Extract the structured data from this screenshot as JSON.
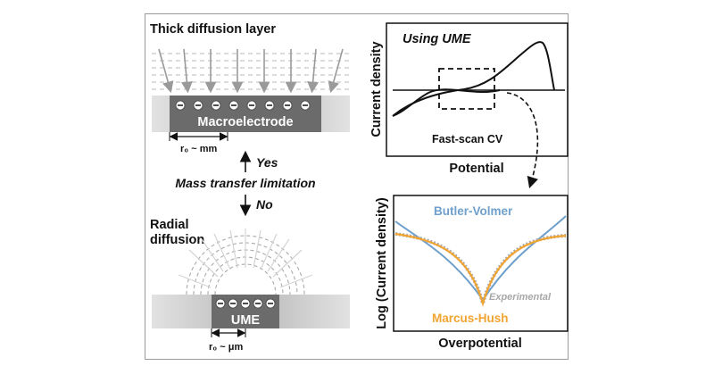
{
  "left_panel": {
    "thick_title": "Thick diffusion layer",
    "macro_label": "Macroelectrode",
    "r0_mm_label": "r₀ ~ mm",
    "yes_label": "Yes",
    "mass_transfer_label": "Mass transfer limitation",
    "no_label": "No",
    "radial_line1": "Radial",
    "radial_line2": "diffusion",
    "ume_label": "UME",
    "r0_um_label": "r₀ ~ μm"
  },
  "top_chart": {
    "inset_title": "Using UME",
    "ylabel": "Current density",
    "xlabel": "Potential",
    "annotation": "Fast-scan CV"
  },
  "bottom_chart": {
    "ylabel": "Log (Current density)",
    "xlabel": "Overpotential",
    "bv_label": "Butler-Volmer",
    "exp_label": "Experimental",
    "mh_label": "Marcus-Hush"
  },
  "colors": {
    "butler_volmer": "#6fa0cc",
    "marcus_hush": "#f2a431",
    "experimental": "#a8a8a8",
    "electrode_dark": "#6b6b6b"
  }
}
